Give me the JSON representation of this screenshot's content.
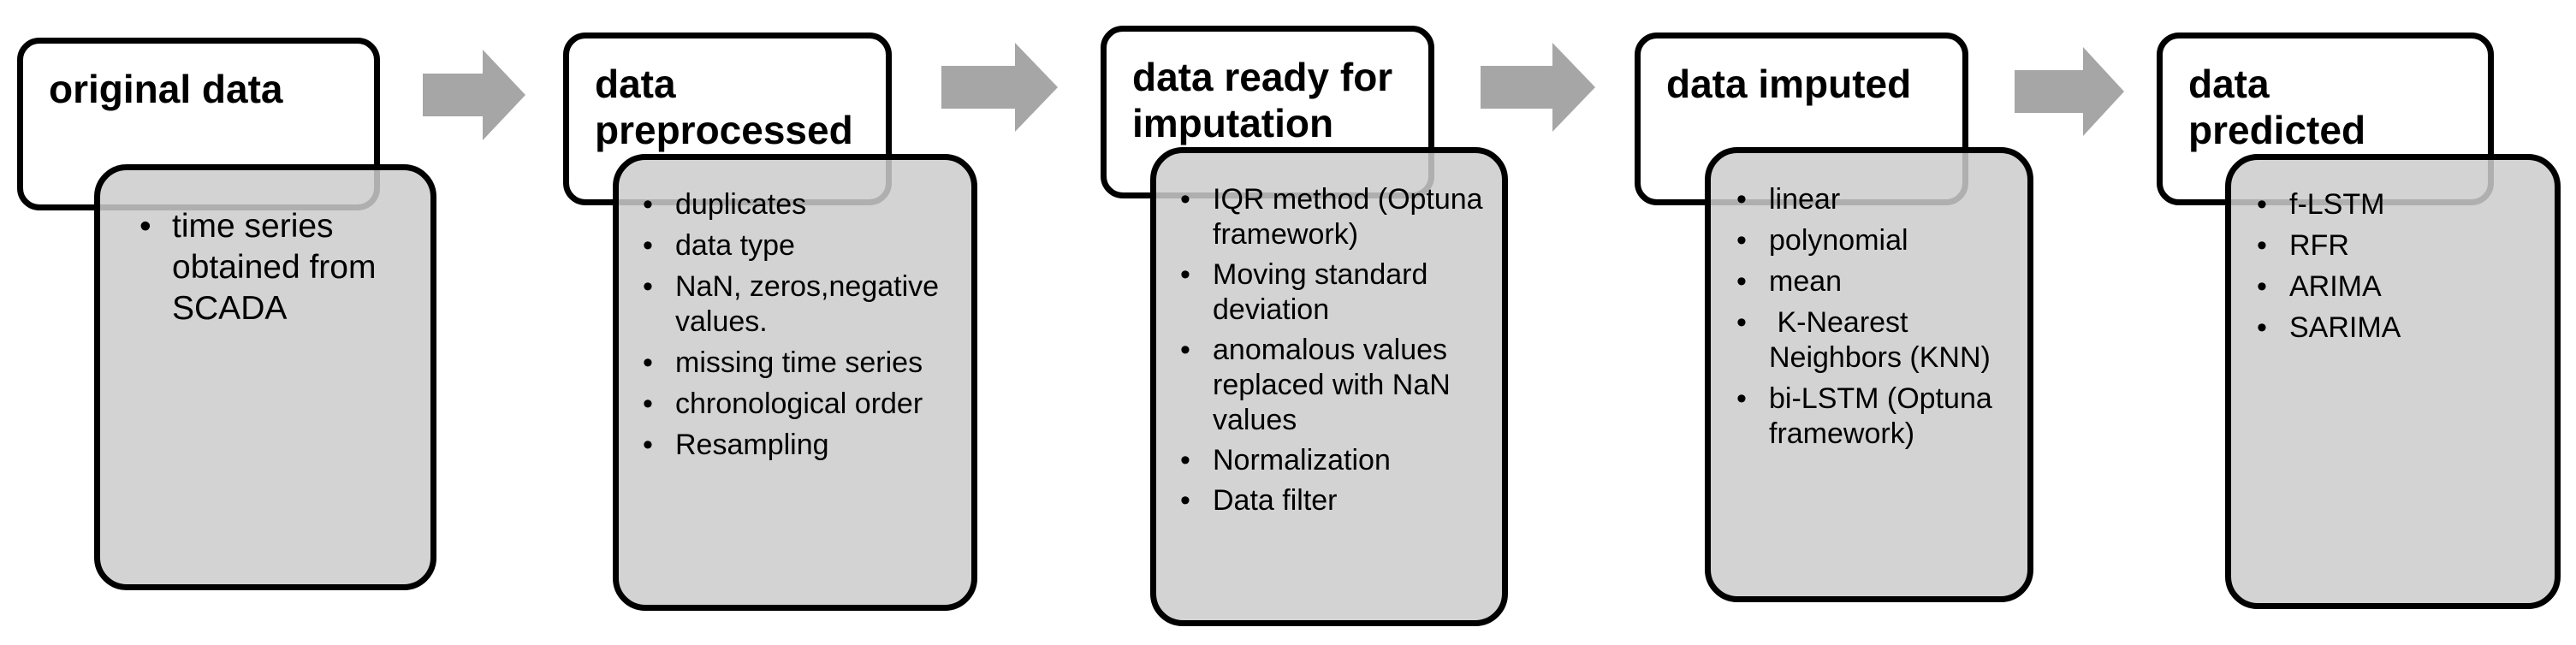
{
  "colors": {
    "arrow": "#a6a6a6",
    "box_border": "#000000",
    "details_fill": "#cccccc",
    "title_fill": "#ffffff"
  },
  "stages": [
    {
      "title": "original data",
      "items": [
        "time series obtained from SCADA"
      ]
    },
    {
      "title": "data\npreprocessed",
      "items": [
        "duplicates",
        "data type",
        "NaN, zeros,negative values.",
        "missing time series",
        "chronological order",
        "Resampling"
      ]
    },
    {
      "title": "data ready for\nimputation",
      "items": [
        "IQR method (Optuna framework)",
        "Moving standard deviation",
        "anomalous values replaced with NaN values",
        "Normalization",
        "Data filter"
      ]
    },
    {
      "title": "data imputed",
      "items": [
        "linear",
        "polynomial",
        "mean",
        " K-Nearest Neighbors (KNN)",
        "bi-LSTM (Optuna framework)"
      ]
    },
    {
      "title": "data\npredicted",
      "items": [
        "f-LSTM",
        "RFR",
        "ARIMA",
        "SARIMA"
      ]
    }
  ]
}
